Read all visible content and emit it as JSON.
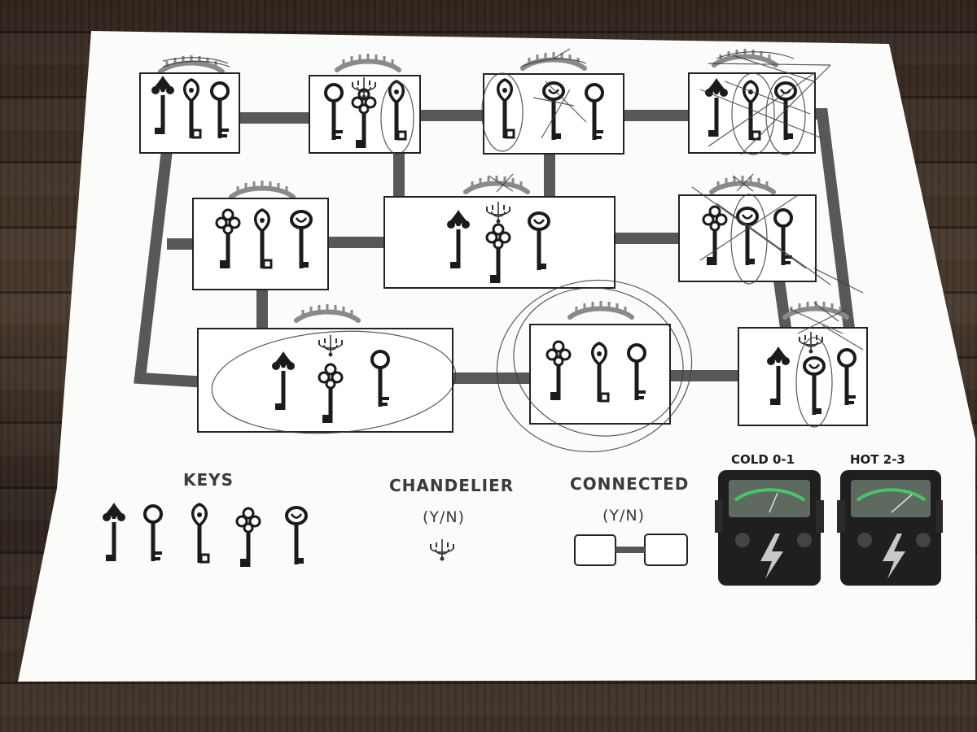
{
  "legend": {
    "keys_label": "KEYS",
    "chandelier_label": "CHANDELIER",
    "chandelier_yn": "(Y/N)",
    "connected_label": "CONNECTED",
    "connected_yn": "(Y/N)"
  },
  "meters": [
    {
      "label": "COLD 0-1",
      "icon": "lightning-icon"
    },
    {
      "label": "HOT 2-3",
      "icon": "lightning-icon"
    }
  ],
  "rooms": [
    {
      "id": "room-1",
      "keys": [
        "fleur",
        "ornate",
        "ring"
      ],
      "chandelier": false,
      "crossed": false
    },
    {
      "id": "room-2",
      "keys": [
        "ring",
        "scroll",
        "ornate"
      ],
      "chandelier": true,
      "crossed": false
    },
    {
      "id": "room-3",
      "keys": [
        "ornate",
        "swirl",
        "ring"
      ],
      "chandelier": false,
      "crossed": true
    },
    {
      "id": "room-4",
      "keys": [
        "fleur",
        "ornate",
        "swirl"
      ],
      "chandelier": false,
      "crossed": true
    },
    {
      "id": "room-5",
      "keys": [
        "scroll",
        "ornate",
        "swirl"
      ],
      "chandelier": false,
      "crossed": false
    },
    {
      "id": "room-6",
      "keys": [
        "fleur",
        "scroll",
        "swirl"
      ],
      "chandelier": true,
      "crossed": false
    },
    {
      "id": "room-7",
      "keys": [
        "scroll",
        "swirl",
        "ring"
      ],
      "chandelier": false,
      "crossed": true
    },
    {
      "id": "room-8",
      "keys": [
        "fleur",
        "scroll",
        "ring"
      ],
      "chandelier": true,
      "crossed": false
    },
    {
      "id": "room-9",
      "keys": [
        "scroll",
        "ornate",
        "ring"
      ],
      "chandelier": false,
      "crossed": false
    },
    {
      "id": "room-10",
      "keys": [
        "fleur",
        "swirl",
        "ring"
      ],
      "chandelier": true,
      "crossed": true
    }
  ]
}
